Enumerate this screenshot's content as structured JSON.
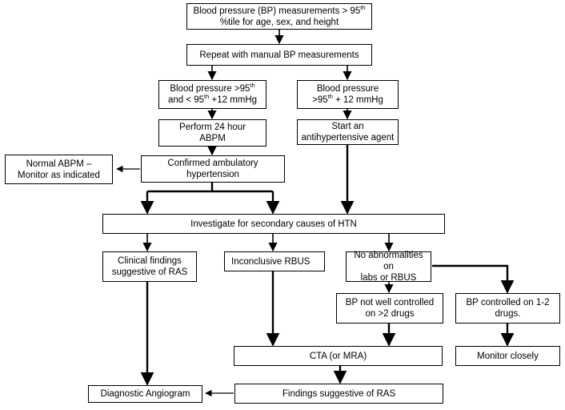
{
  "nodes": {
    "bp_measure": {
      "line1_pre": "Blood pressure (BP) measurements > 95",
      "line1_sup": "th",
      "line2": "%tile for age, sex, and height"
    },
    "repeat_manual": {
      "text": "Repeat with manual BP measurements"
    },
    "bp_95_12": {
      "line1_pre": "Blood pressure >95",
      "line1_sup": "th",
      "line2_pre": "and < 95",
      "line2_sup": "th",
      "line2_post": " +12 mmHg"
    },
    "bp_gt_95_12": {
      "line1": "Blood pressure",
      "line2_pre": ">95",
      "line2_sup": "th",
      "line2_post": " + 12 mmHg"
    },
    "abpm": {
      "line1": "Perform 24 hour",
      "line2": "ABPM"
    },
    "start_agent": {
      "line1": "Start an",
      "line2": "antihypertensive agent"
    },
    "normal_abpm": {
      "line1": "Normal ABPM –",
      "line2": "Monitor as indicated"
    },
    "confirmed_htn": {
      "line1": "Confirmed ambulatory",
      "line2": "hypertension"
    },
    "investigate": {
      "text": "Investigate for secondary causes of HTN"
    },
    "clinical_ras": {
      "line1": "Clinical findings",
      "line2": "suggestive of RAS"
    },
    "inconclusive_rbus": {
      "text": "Inconclusive RBUS"
    },
    "no_abnormal": {
      "line1": "No abnormalities on",
      "line2": "labs or RBUS"
    },
    "bp_not_controlled": {
      "line1": "BP not well controlled",
      "line2": "on >2 drugs"
    },
    "bp_controlled": {
      "line1": "BP controlled on 1-2",
      "line2": "drugs."
    },
    "cta": {
      "text": "CTA (or MRA)"
    },
    "monitor_closely": {
      "text": "Monitor closely"
    },
    "diag_angio": {
      "text": "Diagnostic Angiogram"
    },
    "findings_ras": {
      "text": "Findings suggestive of RAS"
    }
  },
  "colors": {
    "line": "#000000",
    "background": "#ffffff"
  }
}
